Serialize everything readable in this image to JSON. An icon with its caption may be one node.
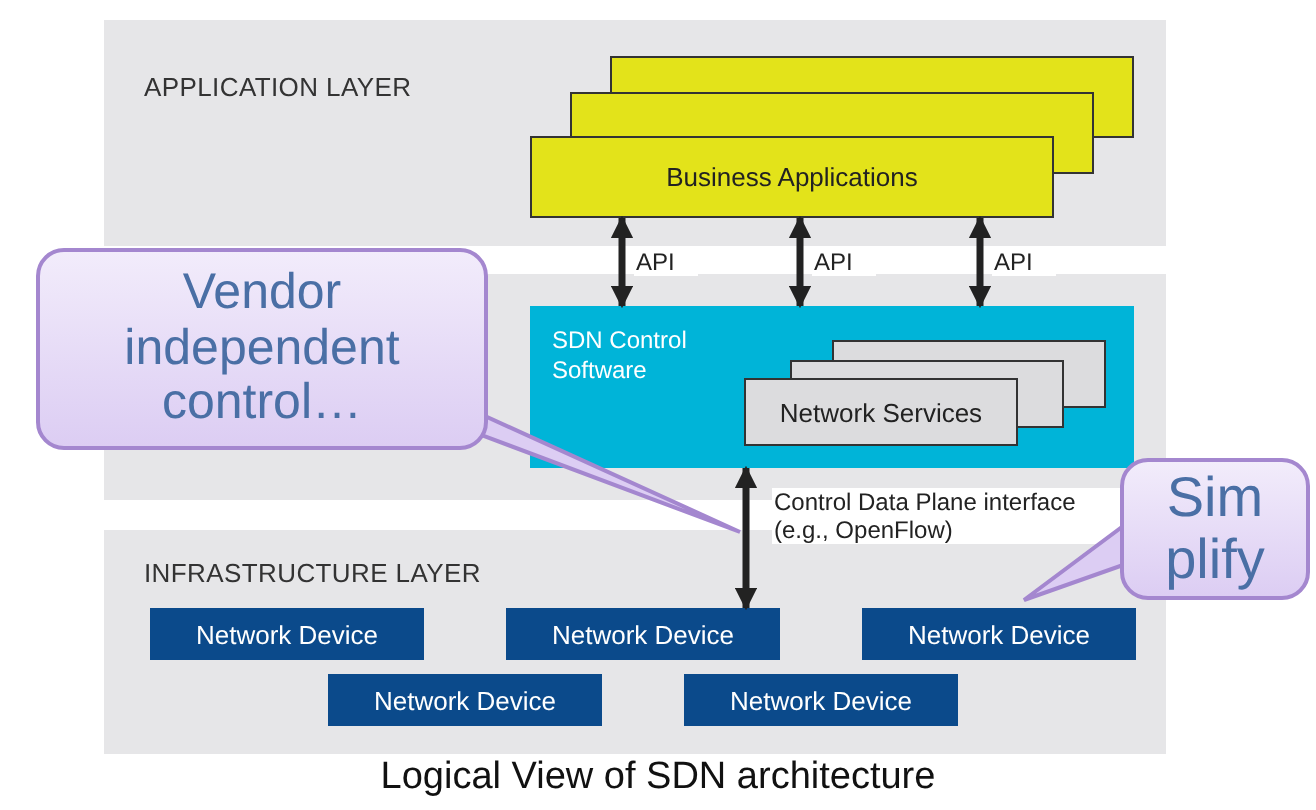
{
  "diagram": {
    "caption": "Logical View of SDN architecture",
    "nodes": [
      {
        "text": [
          "APPLICATION LAYER"
        ]
      },
      {
        "text": [
          "Business Applications"
        ],
        "in": 0
      },
      {
        "text": [
          "SDN Control Software"
        ]
      },
      {
        "text": [
          "Network Services"
        ],
        "in": 2
      },
      {
        "text": [
          "INFRASTRUCTURE LAYER"
        ]
      },
      {
        "text": [
          "Network Device"
        ],
        "in": 4
      },
      {
        "text": [
          "Network Device"
        ],
        "in": 4
      },
      {
        "text": [
          "Network Device"
        ],
        "in": 4
      },
      {
        "text": [
          "Network Device"
        ],
        "in": 4
      },
      {
        "text": [
          "Network Device"
        ],
        "in": 4
      },
      {
        "text": [
          "Vendor independent control…"
        ]
      },
      {
        "text": [
          "Sim plify"
        ]
      }
    ],
    "edges": [
      {
        "from": 1,
        "to": 2,
        "arrow": "both",
        "label": "API"
      },
      {
        "from": 1,
        "to": 2,
        "arrow": "both",
        "label": "API"
      },
      {
        "from": 1,
        "to": 2,
        "arrow": "both",
        "label": "API"
      },
      {
        "from": 2,
        "to": 6,
        "arrow": "both",
        "label": "Control Data Plane interface (e.g., OpenFlow)"
      },
      {
        "from": 10,
        "to": null,
        "arrow": "both"
      },
      {
        "from": 11,
        "to": null,
        "arrow": "to"
      }
    ]
  }
}
